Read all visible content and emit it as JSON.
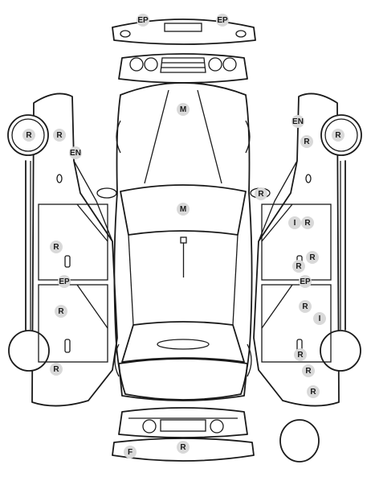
{
  "damage_marks": [
    {
      "label": "EP"
    },
    {
      "label": "EP"
    },
    {
      "label": "M"
    },
    {
      "label": "M"
    },
    {
      "label": "R"
    },
    {
      "label": "R"
    },
    {
      "label": "R"
    },
    {
      "label": "EN"
    },
    {
      "label": "R"
    },
    {
      "label": "EP"
    },
    {
      "label": "R"
    },
    {
      "label": "R"
    },
    {
      "label": "EN"
    },
    {
      "label": "R"
    },
    {
      "label": "R"
    },
    {
      "label": "I"
    },
    {
      "label": "R"
    },
    {
      "label": "R"
    },
    {
      "label": "R"
    },
    {
      "label": "EP"
    },
    {
      "label": "R"
    },
    {
      "label": "I"
    },
    {
      "label": "R"
    },
    {
      "label": "R"
    },
    {
      "label": "R"
    },
    {
      "label": "F"
    },
    {
      "label": "R"
    }
  ]
}
